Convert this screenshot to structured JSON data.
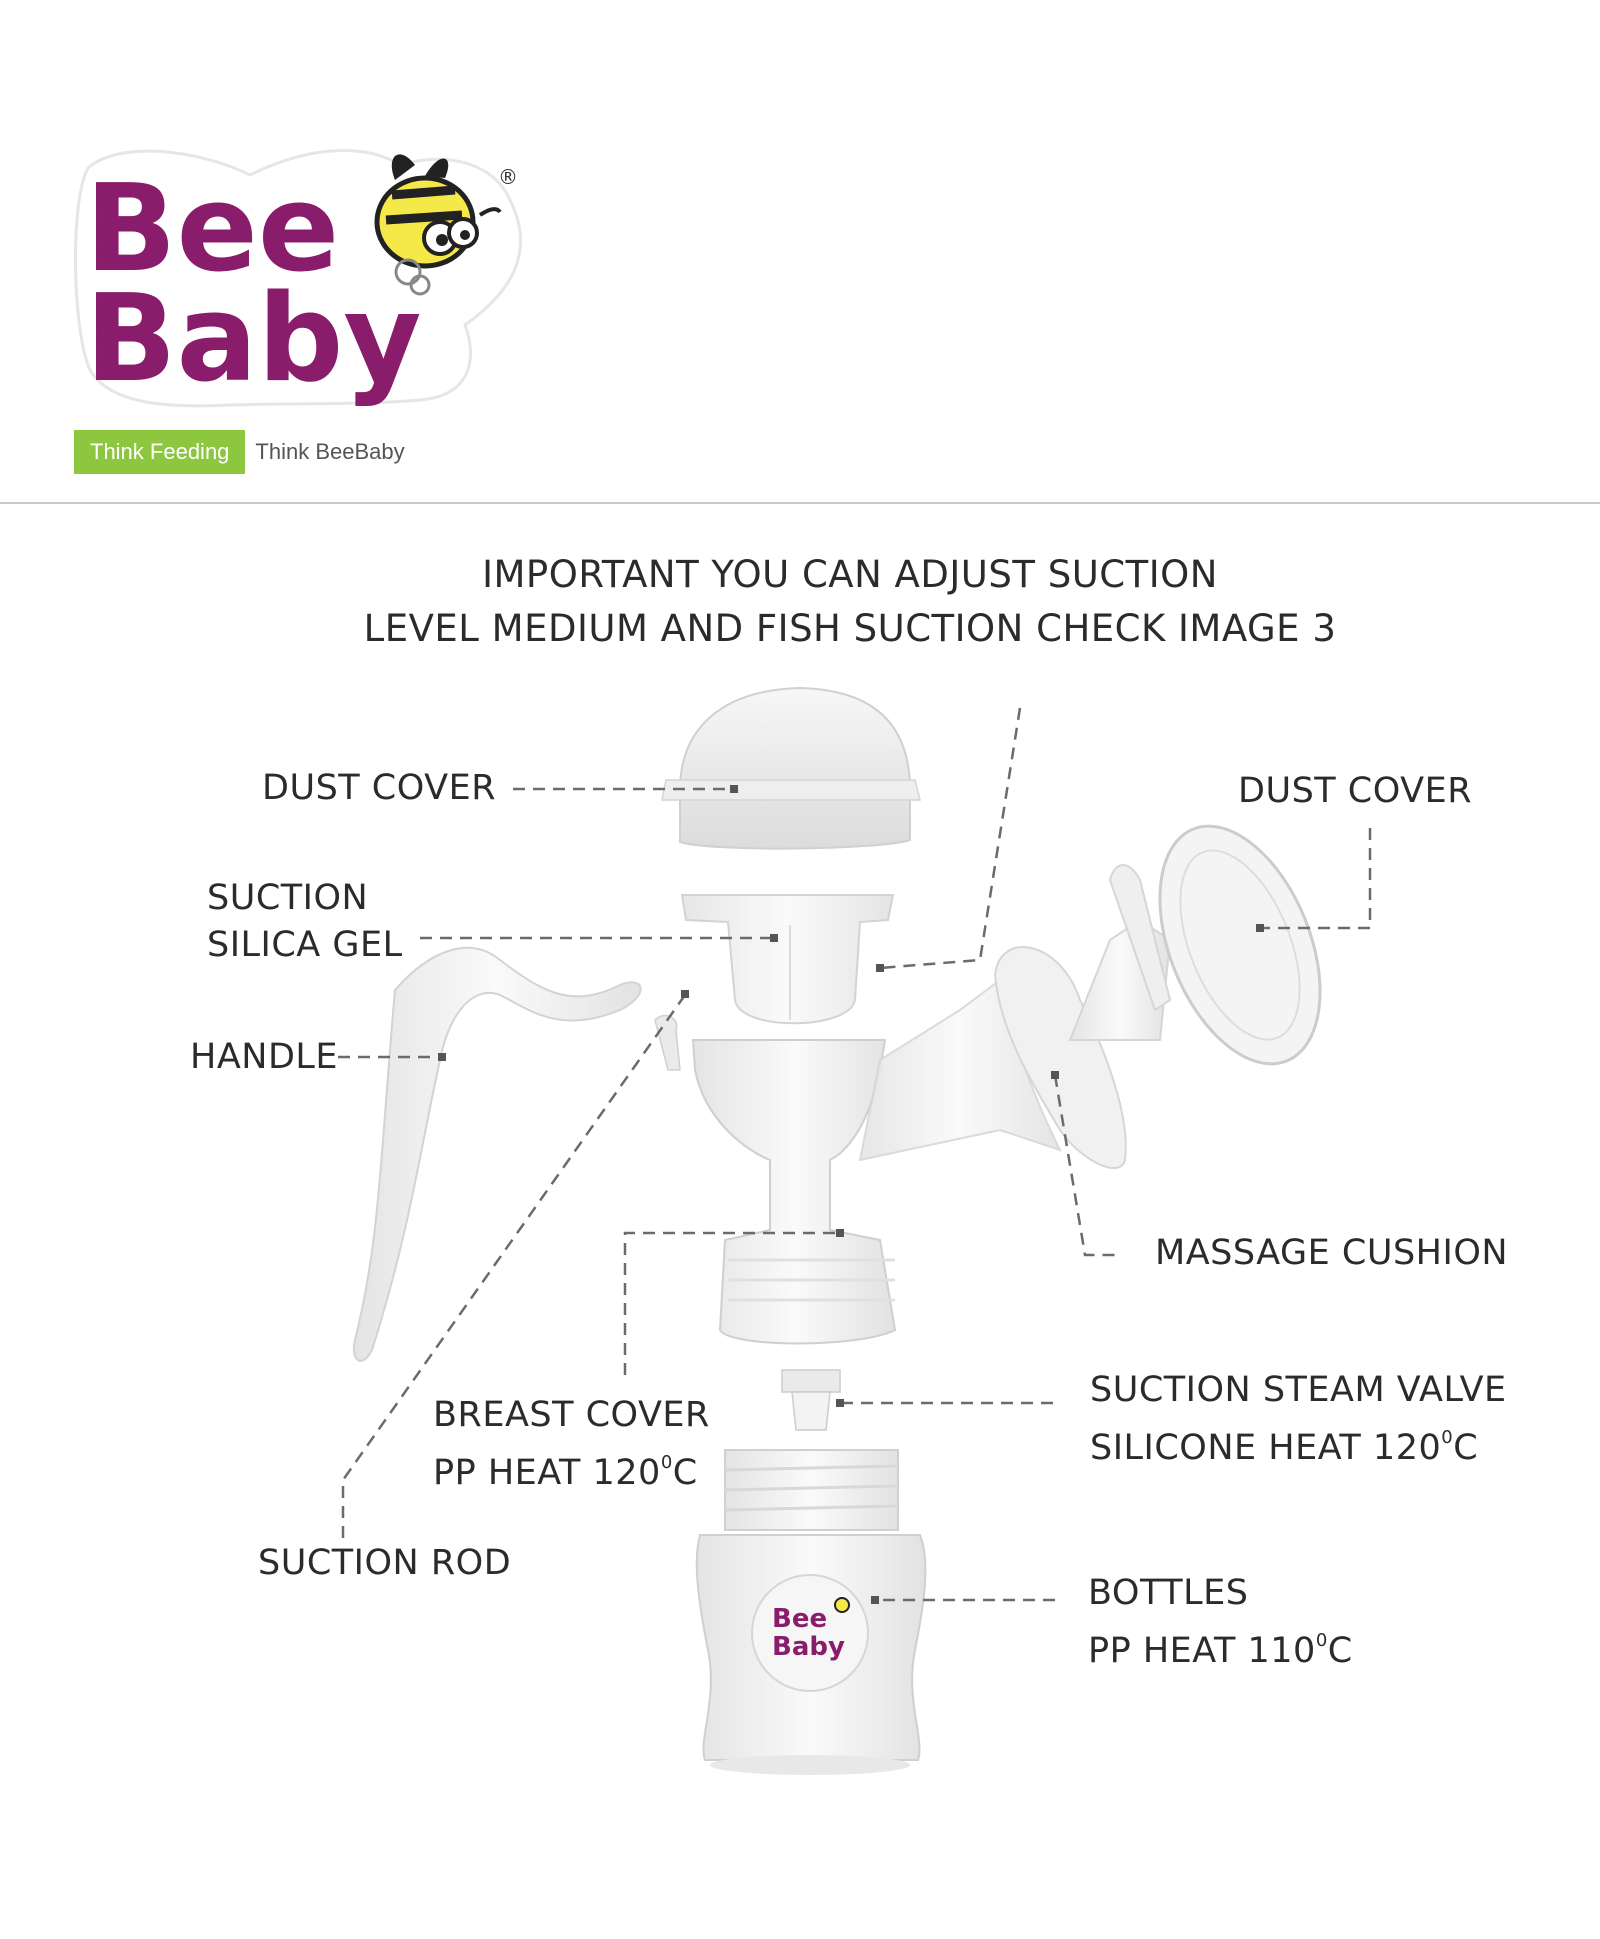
{
  "brand": {
    "logo_line1": "Bee",
    "logo_line2": "Baby",
    "registered": "®",
    "tagline_highlight": "Think Feeding",
    "tagline_rest": "Think BeeBaby",
    "colors": {
      "purple": "#8a1d6b",
      "green": "#8dc63f",
      "yellow": "#f5e94a"
    }
  },
  "headline": {
    "line1": "IMPORTANT YOU CAN ADJUST SUCTION",
    "line2": "LEVEL MEDIUM AND FISH SUCTION CHECK IMAGE 3"
  },
  "labels": {
    "dust_cover_left": "DUST  COVER",
    "suction_silica_gel_1": "SUCTION",
    "suction_silica_gel_2": "SILICA GEL",
    "handle": "HANDLE",
    "dust_cover_right": "DUST  COVER",
    "massage_cushion": "MASSAGE CUSHION",
    "breast_cover_1": "BREAST COVER",
    "breast_cover_2": "PP HEAT 120",
    "suction_steam_valve_1": "SUCTION STEAM VALVE",
    "suction_steam_valve_2": "SILICONE HEAT 120",
    "suction_rod": "SUCTION ROD",
    "bottles_1": "BOTTLES",
    "bottles_2": "PP HEAT 110",
    "degree_sup": "0",
    "unit": "C"
  },
  "bottle_logo": {
    "line1": "Bee",
    "line2": "Baby"
  }
}
